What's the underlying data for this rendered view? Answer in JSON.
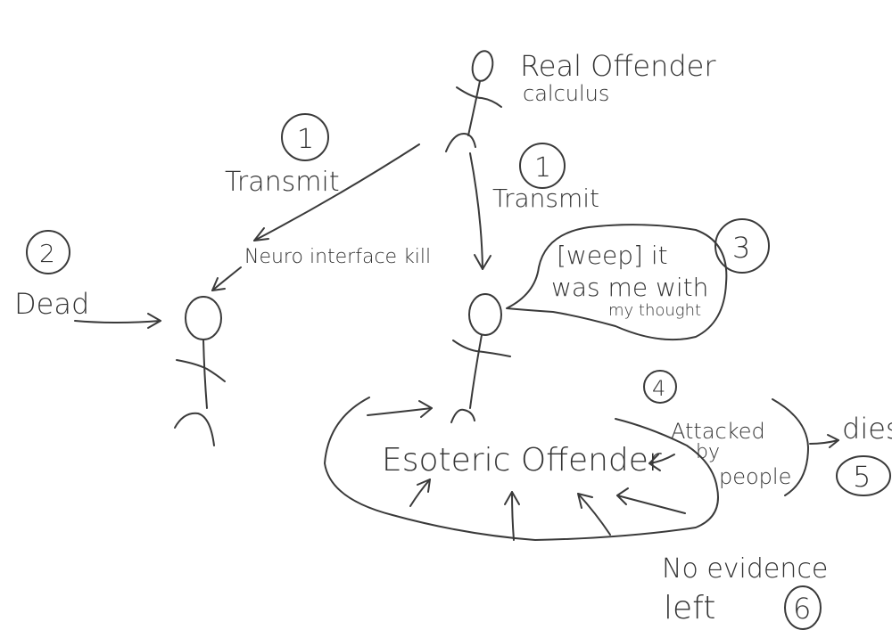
{
  "diagram": {
    "real_offender": {
      "title": "Real Offender",
      "subtitle": "calculus"
    },
    "transmit_left": {
      "label": "Transmit",
      "step": "1"
    },
    "transmit_right": {
      "label": "Transmit",
      "step": "1"
    },
    "victim": {
      "step": "2",
      "dead_label": "Dead",
      "kill_label": "Neuro interface kill"
    },
    "esoteric": {
      "label": "Esoteric Offender",
      "bubble_step": "3",
      "bubble_line1": "[weep] it",
      "bubble_line2": "was me with",
      "bubble_line3": "my thought"
    },
    "attack": {
      "step": "4",
      "line1": "Attacked",
      "line2": "by",
      "line3": "people",
      "dies_label": "dies",
      "dies_step": "5"
    },
    "evidence": {
      "line1": "No evidence",
      "line2": "left",
      "step": "6"
    }
  }
}
